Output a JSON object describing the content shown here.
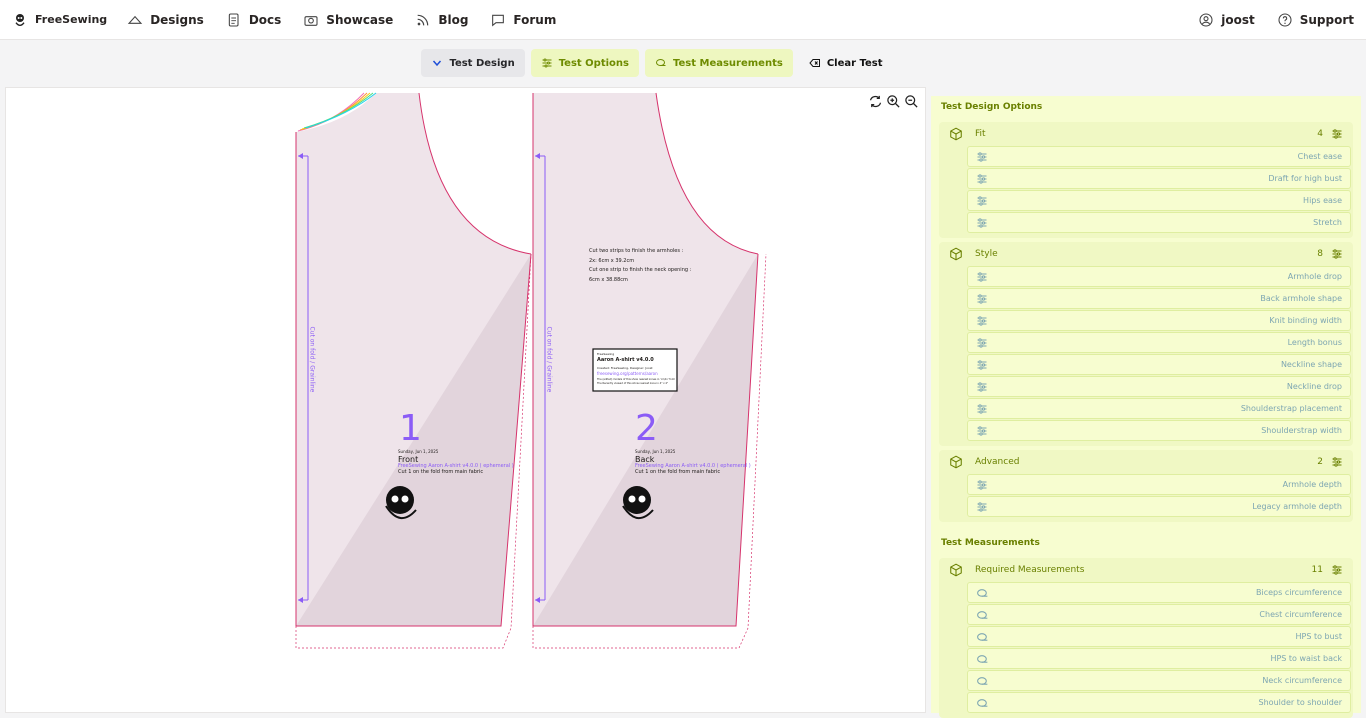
{
  "nav": {
    "brand": "FreeSewing",
    "items": [
      {
        "label": "Designs",
        "icon": "designs-icon"
      },
      {
        "label": "Docs",
        "icon": "docs-icon"
      },
      {
        "label": "Showcase",
        "icon": "camera-icon"
      },
      {
        "label": "Blog",
        "icon": "rss-icon"
      },
      {
        "label": "Forum",
        "icon": "chat-icon"
      }
    ],
    "user": "joost",
    "support": "Support"
  },
  "toolbar": {
    "design": "Test Design",
    "options": "Test Options",
    "measurements": "Test Measurements",
    "clear": "Clear Test"
  },
  "pattern": {
    "front": {
      "number": "1",
      "date": "Sunday, Jun 1, 2025",
      "name": "Front",
      "design": "FreeSewing Aaron A-shirt v4.0.0 ( ephemeral )",
      "cut": "Cut 1 on the fold from main fabric",
      "fold": "Cut on fold / Grainline"
    },
    "back": {
      "number": "2",
      "date": "Sunday, Jun 1, 2025",
      "name": "Back",
      "design": "FreeSewing Aaron A-shirt v4.0.0 ( ephemeral )",
      "cut": "Cut 1 on the fold from main fabric",
      "fold": "Cut on fold / Grainline"
    },
    "notes": [
      "Cut two strips to finish the armholes :",
      "2x: 6cm x 39.2cm",
      "Cut one strip to finish the neck opening :",
      "6cm x 38.88cm"
    ],
    "titleblock": {
      "brand": "FreeSewing",
      "title": "Aaron A-shirt v4.0.0",
      "sub": "Created: FreeSewing, Designer: Joost",
      "link": "freesewing.org/patterns/aaron",
      "fine1": "The (edited) models of this show nearest zones in 'cm/in' form",
      "fine2": "The Recently viewed of this show nearest zone in 4\" x 4\""
    }
  },
  "panel": {
    "options_title": "Test Design Options",
    "groups": [
      {
        "name": "Fit",
        "count": "4",
        "items": [
          "Chest ease",
          "Draft for high bust",
          "Hips ease",
          "Stretch"
        ]
      },
      {
        "name": "Style",
        "count": "8",
        "items": [
          "Armhole drop",
          "Back armhole shape",
          "Knit binding width",
          "Length bonus",
          "Neckline shape",
          "Neckline drop",
          "Shoulderstrap placement",
          "Shoulderstrap width"
        ]
      },
      {
        "name": "Advanced",
        "count": "2",
        "items": [
          "Armhole depth",
          "Legacy armhole depth"
        ]
      }
    ],
    "measurements_title": "Test Measurements",
    "meas_group": {
      "name": "Required Measurements",
      "count": "11",
      "items": [
        "Biceps circumference",
        "Chest circumference",
        "HPS to bust",
        "HPS to waist back",
        "Neck circumference",
        "Shoulder to shoulder"
      ]
    }
  },
  "colors": {
    "accent": "#6a8000",
    "panel_bg": "#f7fdd0",
    "seam": "#d6336c",
    "violet": "#8b5cf6"
  }
}
